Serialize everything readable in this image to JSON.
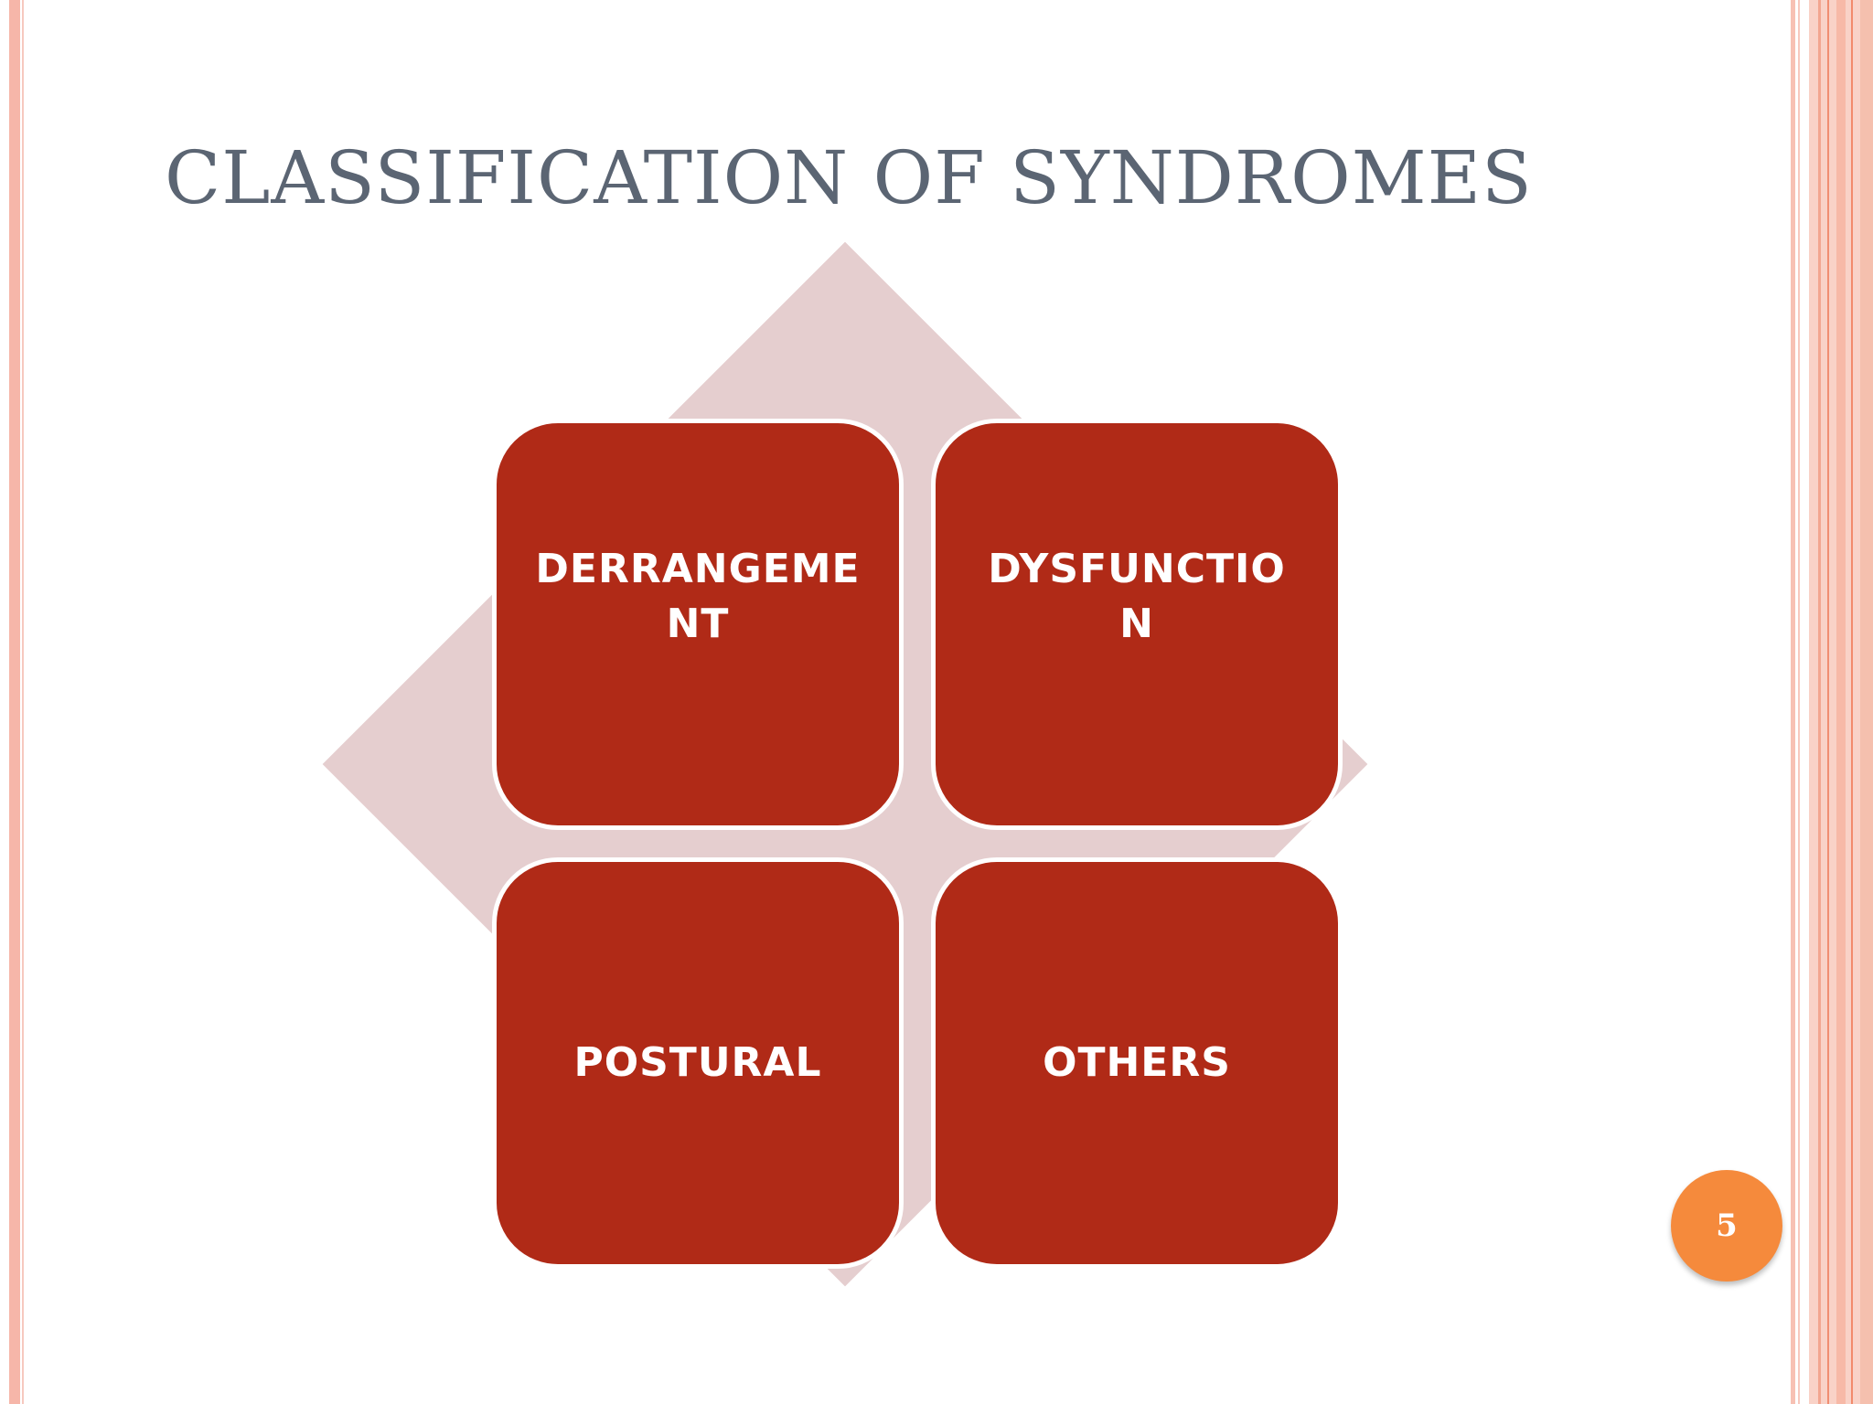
{
  "slide": {
    "title": "CLASSIFICATION OF SYNDROMES",
    "page_number": "5"
  },
  "diagram": {
    "items": [
      {
        "label": "DERRANGEMENT"
      },
      {
        "label": "DYSFUNCTION"
      },
      {
        "label": "POSTURAL"
      },
      {
        "label": "OTHERS"
      }
    ]
  },
  "colors": {
    "tile": "#b02a17",
    "diamond": "#e5cecf",
    "title": "#5b6573",
    "badge": "#f58a3c",
    "border_accent": "#f6b6a9"
  }
}
